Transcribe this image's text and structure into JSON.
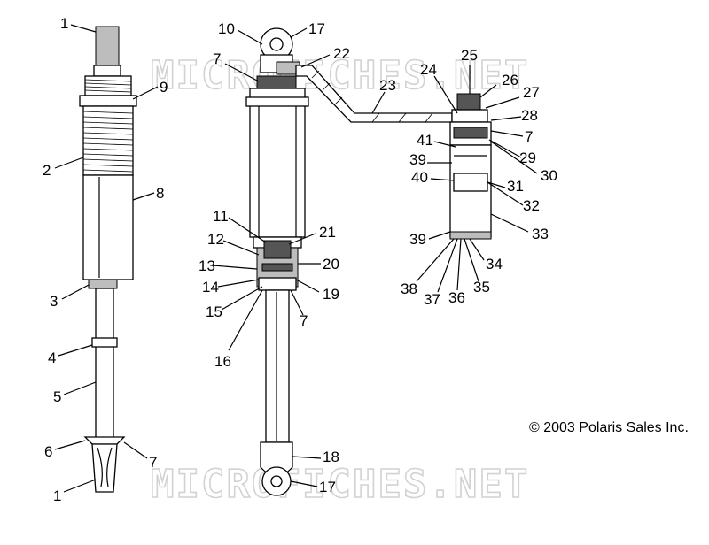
{
  "watermarks": [
    "MICROFICHES.NET",
    "MICROFICHES.NET"
  ],
  "copyright": "© 2003 Polaris Sales Inc.",
  "labels": [
    "1",
    "9",
    "2",
    "8",
    "3",
    "4",
    "5",
    "6",
    "7",
    "1",
    "10",
    "17",
    "7",
    "22",
    "11",
    "21",
    "12",
    "20",
    "13",
    "14",
    "19",
    "15",
    "7",
    "16",
    "18",
    "17",
    "23",
    "25",
    "24",
    "26",
    "27",
    "28",
    "7",
    "41",
    "29",
    "39",
    "30",
    "40",
    "31",
    "32",
    "39",
    "33",
    "34",
    "38",
    "37",
    "36",
    "35"
  ]
}
